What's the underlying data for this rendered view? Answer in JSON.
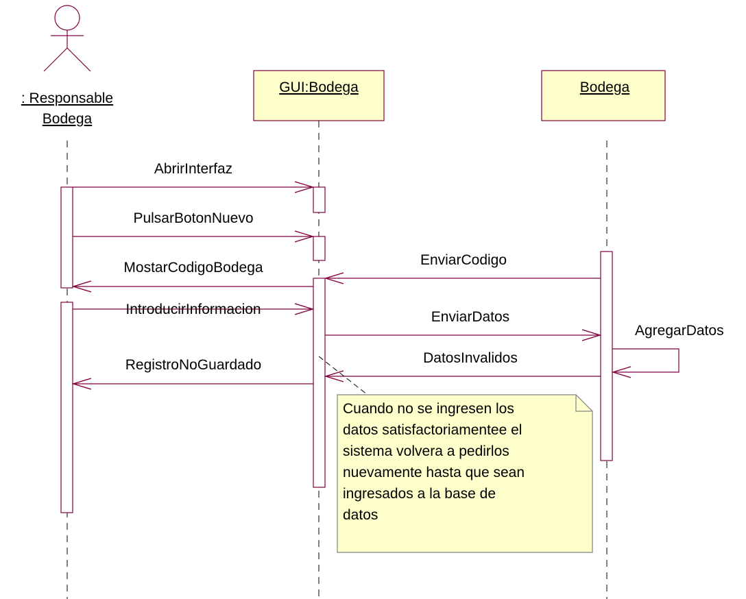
{
  "diagram": {
    "type": "sequence",
    "colors": {
      "line": "#800040",
      "header_fill": "#ffffcc",
      "note_fill": "#ffffcc",
      "note_border": "#808080",
      "text": "#000000"
    },
    "lifelines": {
      "actor": {
        "label_line1": ": Responsable",
        "label_line2": "Bodega"
      },
      "gui": {
        "label": "GUI:Bodega"
      },
      "bodega": {
        "label": "Bodega"
      }
    },
    "messages": [
      {
        "label": "AbrirInterfaz",
        "from": "actor",
        "to": "gui"
      },
      {
        "label": "PulsarBotonNuevo",
        "from": "actor",
        "to": "gui"
      },
      {
        "label": "MostarCodigoBodega",
        "from": "gui",
        "to": "actor"
      },
      {
        "label": "IntroducirInformacion",
        "from": "actor",
        "to": "gui"
      },
      {
        "label": "RegistroNoGuardado",
        "from": "gui",
        "to": "actor"
      },
      {
        "label": "EnviarCodigo",
        "from": "bodega",
        "to": "gui"
      },
      {
        "label": "EnviarDatos",
        "from": "gui",
        "to": "bodega"
      },
      {
        "label": "DatosInvalidos",
        "from": "bodega",
        "to": "gui"
      },
      {
        "label": "AgregarDatos",
        "from": "bodega",
        "to": "bodega"
      }
    ],
    "note": {
      "lines": [
        "Cuando no se ingresen los",
        "datos satisfactoriamentee el",
        "sistema volvera a pedirlos",
        "nuevamente hasta que sean",
        "ingresados a la base de",
        "datos"
      ]
    }
  }
}
